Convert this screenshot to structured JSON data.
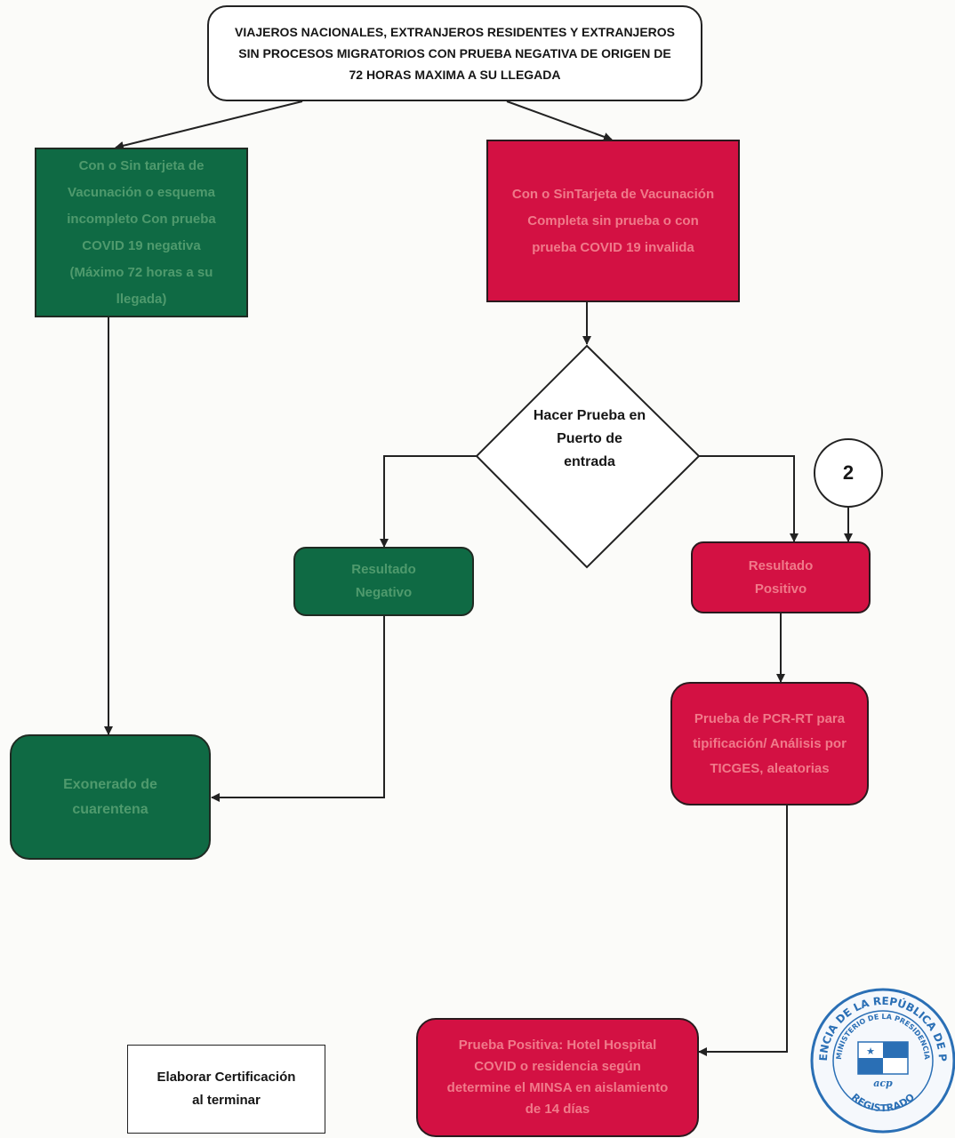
{
  "top_box": {
    "text": "VIAJEROS NACIONALES, EXTRANJEROS RESIDENTES Y EXTRANJEROS SIN PROCESOS MIGRATORIOS CON PRUEBA NEGATIVA DE ORIGEN DE 72 HORAS MAXIMA A SU LLEGADA"
  },
  "left_branch": {
    "text": "Con o Sin tarjeta de Vacunación o esquema incompleto Con prueba COVID 19 negativa (Máximo 72 horas a su llegada)"
  },
  "right_branch": {
    "text": "Con o SinTarjeta de Vacunación Completa sin prueba o con prueba COVID 19 invalida"
  },
  "decision": {
    "text": "Hacer Prueba en Puerto de entrada"
  },
  "connector": {
    "label": "2"
  },
  "negative_result": {
    "text": "Resultado Negativo"
  },
  "positive_result": {
    "text": "Resultado Positivo"
  },
  "pcr_test": {
    "text": "Prueba de PCR-RT para tipificación/ Análisis por TICGES, aleatorias"
  },
  "exonerated": {
    "text": "Exonerado de cuarentena"
  },
  "positive_test": {
    "text": "Prueba Positiva: Hotel Hospital COVID o residencia según determine el MINSA en aislamiento de 14 días"
  },
  "certification": {
    "text": "Elaborar Certificación al terminar"
  },
  "stamp": {
    "top_text": "PRESIDENCIA DE LA REPÚBLICA DE PANAMÁ",
    "inner_text": "MINISTERIO DE LA PRESIDENCIA",
    "bottom_text": "REGISTRADO",
    "logo_text": "acp"
  },
  "colors": {
    "green": "#0f6a44",
    "red": "#d31143",
    "stamp_blue": "#2a6fb5"
  }
}
